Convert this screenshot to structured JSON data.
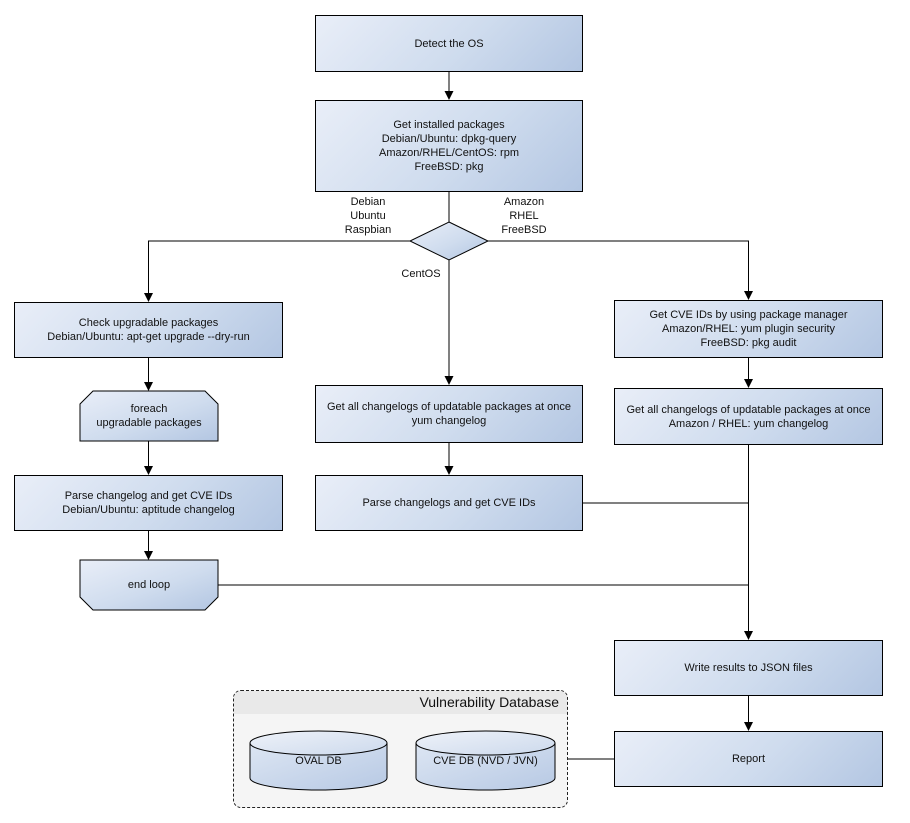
{
  "colors": {
    "node_fill_light": "#e9eef8",
    "node_fill_dark": "#b3c6e2",
    "node_border": "#000000",
    "connector": "#000000",
    "container_body": "#f5f5f5",
    "container_header": "#e9e9e9",
    "container_border": "#222222",
    "text": "#111111"
  },
  "nodes": {
    "detect_os": {
      "label": "Detect the OS"
    },
    "get_installed_packages": {
      "label": "Get installed packages\nDebian/Ubuntu: dpkg-query\nAmazon/RHEL/CentOS: rpm\nFreeBSD: pkg"
    },
    "check_upgradable": {
      "label": "Check upgradable packages\nDebian/Ubuntu: apt-get upgrade --dry-run"
    },
    "foreach_loop": {
      "label": "foreach\nupgradable  packages"
    },
    "parse_changelog_debian": {
      "label": "Parse changelog and get  CVE IDs\nDebian/Ubuntu: aptitude changelog"
    },
    "end_loop": {
      "label": "end loop"
    },
    "get_changelogs_centos": {
      "label": "Get all changelogs of updatable packages at once\nyum changelog"
    },
    "parse_changelogs_centos": {
      "label": "Parse changelogs and get CVE IDs"
    },
    "get_cve_ids_package_manager": {
      "label": "Get CVE IDs by using package manager\nAmazon/RHEL: yum plugin security\nFreeBSD: pkg audit"
    },
    "get_changelogs_amazon_rhel": {
      "label": "Get all changelogs of updatable packages at once\nAmazon / RHEL: yum changelog"
    },
    "write_results": {
      "label": "Write results to JSON files"
    },
    "report": {
      "label": "Report"
    }
  },
  "edge_labels": {
    "debian_branch": "Debian\nUbuntu\nRaspbian",
    "amazon_branch": "Amazon\nRHEL\nFreeBSD",
    "centos_branch": "CentOS"
  },
  "database": {
    "title": "Vulnerability Database",
    "cylinders": [
      {
        "label": "OVAL DB"
      },
      {
        "label": "CVE DB (NVD / JVN)"
      }
    ]
  }
}
